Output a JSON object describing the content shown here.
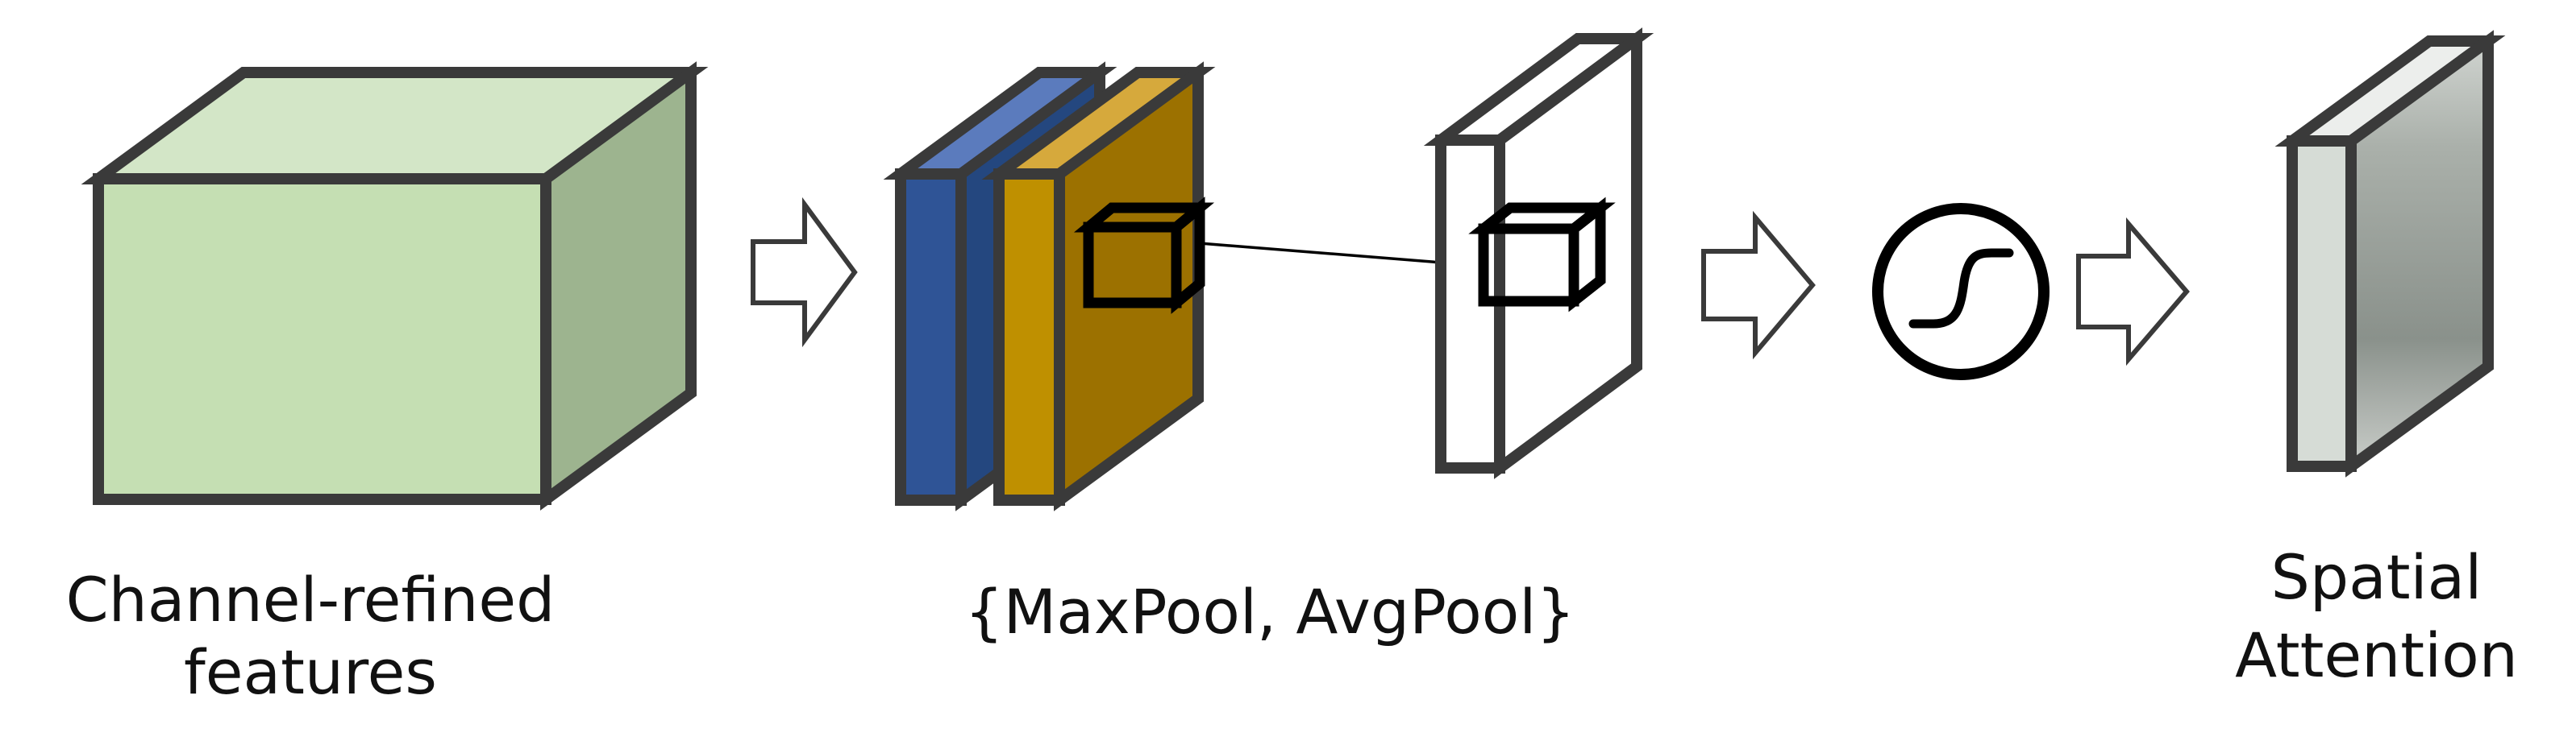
{
  "labels": {
    "input": [
      "Channel-refined",
      "features"
    ],
    "pooling": "{MaxPool, AvgPool}",
    "output": [
      "Spatial",
      "Attention"
    ]
  },
  "icons": {
    "transition": "hollow-right-arrow-icon",
    "activation": "sigmoid-icon",
    "kernel": "wireframe-cube-icon"
  },
  "colors": {
    "stroke": "#3a3a3a",
    "input_front": "#c5dfb3",
    "input_top": "#d3e6c7",
    "input_side": "#9db48f",
    "maxpool_front": "#2f5496",
    "maxpool_top": "#5b7bbd",
    "maxpool_side": "#24477f",
    "avgpool_front": "#bf9000",
    "avgpool_top": "#d6a93c",
    "avgpool_side": "#9c7100",
    "conv_map": "#ffffff",
    "attention_front": "#d6dcd6",
    "attention_top": "#eceeec",
    "attention_side": "#9aa19b"
  }
}
